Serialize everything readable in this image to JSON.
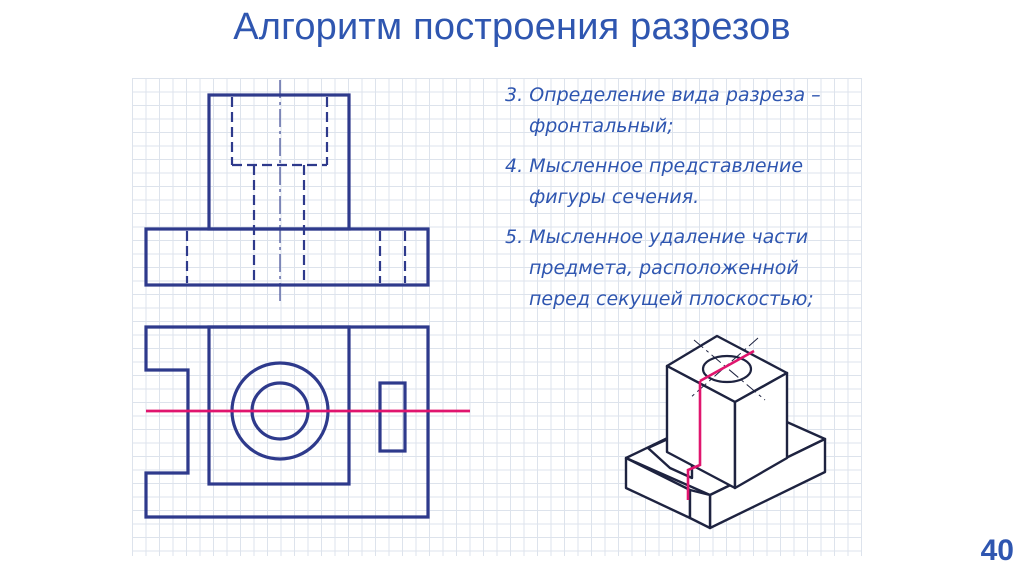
{
  "slide": {
    "title": "Алгоритм построения разрезов",
    "page_number": "40"
  },
  "steps": [
    {
      "num": "3.",
      "line1": "Определение вида разреза –",
      "line2": "фронтальный;",
      "line3": ""
    },
    {
      "num": "4.",
      "line1": "Мысленное представление",
      "line2": "фигуры сечения.",
      "line3": ""
    },
    {
      "num": "5.",
      "line1": "Мысленное удаление части",
      "line2": "предмета, расположенной",
      "line3": "перед секущей плоскостью;"
    }
  ],
  "colors": {
    "outline": "#2e3a8c",
    "section_line": "#e0156e",
    "text": "#2f56b0",
    "grid": "#dde3ec"
  }
}
